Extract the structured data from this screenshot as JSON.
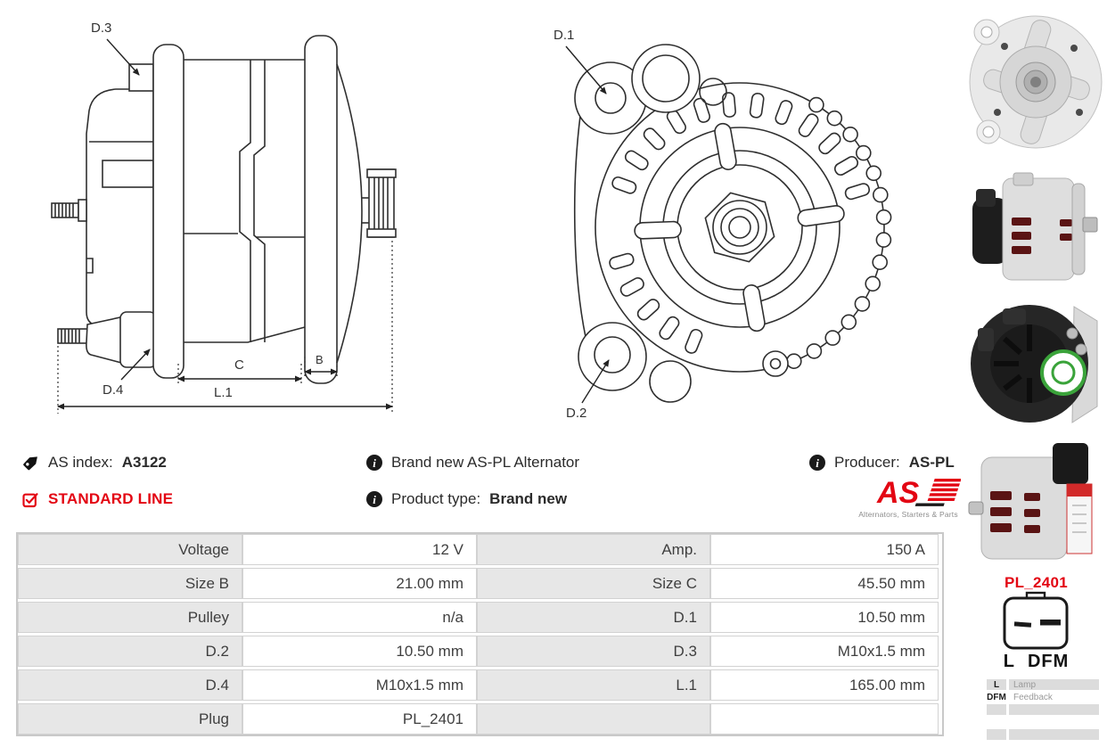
{
  "diagram": {
    "side_view_labels": {
      "d3": "D.3",
      "d4": "D.4",
      "c": "C",
      "b": "B",
      "l1": "L.1"
    },
    "front_view_labels": {
      "d1": "D.1",
      "d2": "D.2"
    }
  },
  "info": {
    "as_index_label": "AS index:",
    "as_index_value": "A3122",
    "standard_line_label": "STANDARD LINE",
    "description": "Brand new AS-PL Alternator",
    "product_type_label": "Product type:",
    "product_type_value": "Brand new",
    "producer_label": "Producer:",
    "producer_value": "AS-PL"
  },
  "logo": {
    "text": "AS",
    "tagline": "Alternators, Starters & Parts"
  },
  "icons": {
    "as_index": "tag-icon",
    "standard_line": "checkbox-checked-icon",
    "description": "info-icon",
    "product_type": "info-icon",
    "producer": "info-icon"
  },
  "spec_table": {
    "rows": [
      {
        "l1": "Voltage",
        "v1": "12 V",
        "l2": "Amp.",
        "v2": "150 A"
      },
      {
        "l1": "Size B",
        "v1": "21.00 mm",
        "l2": "Size C",
        "v2": "45.50 mm"
      },
      {
        "l1": "Pulley",
        "v1": "n/a",
        "l2": "D.1",
        "v2": "10.50 mm"
      },
      {
        "l1": "D.2",
        "v1": "10.50 mm",
        "l2": "D.3",
        "v2": "M10x1.5 mm"
      },
      {
        "l1": "D.4",
        "v1": "M10x1.5 mm",
        "l2": "L.1",
        "v2": "165.00 mm"
      },
      {
        "l1": "Plug",
        "v1": "PL_2401",
        "l2": "",
        "v2": ""
      }
    ]
  },
  "plug": {
    "code": "PL_2401",
    "pin_left": "L",
    "pin_right": "DFM",
    "legend": [
      {
        "abbr": "L",
        "desc": "Lamp"
      },
      {
        "abbr": "DFM",
        "desc": "Feedback"
      }
    ]
  },
  "colors": {
    "accent_red": "#e30613",
    "label_cell_bg": "#e7e7e7",
    "table_border": "#c9c9c9",
    "text": "#2e2e2e",
    "legend_gray": "#dcdcdc"
  }
}
